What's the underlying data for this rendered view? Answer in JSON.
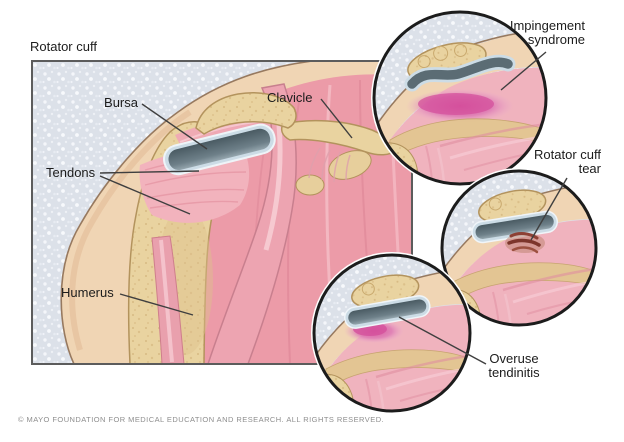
{
  "panel": {
    "title": "Rotator cuff"
  },
  "anatomy_labels": {
    "bursa": "Bursa",
    "clavicle": "Clavicle",
    "tendons": "Tendons",
    "humerus": "Humerus"
  },
  "insets": {
    "impingement": {
      "line1": "Impingement",
      "line2": "syndrome"
    },
    "rotator_cuff_tear": {
      "line1": "Rotator cuff",
      "line2": "tear"
    },
    "overuse_tendinitis": {
      "line1": "Overuse",
      "line2": "tendinitis"
    }
  },
  "footer": {
    "copyright": "© MAYO FOUNDATION FOR MEDICAL EDUCATION AND RESEARCH. ALL RIGHTS RESERVED."
  },
  "colors": {
    "background": "#ffffff",
    "panel_bg": "#dce1e9",
    "panel_border": "#5c5c5c",
    "skin": "#f0d5b4",
    "skin_edge": "#97795f",
    "bone": "#e9d3a0",
    "bone_edge": "#b3935d",
    "muscle": "#ec9ba8",
    "tendon": "#f2b3bd",
    "bursa_dark": "#5b6c74",
    "bursa_rim": "#ccdce6",
    "inflammation": "#d4509c",
    "tear": "#8d4034",
    "label_text": "#1c1c1c",
    "leader_line": "#3f3f3f",
    "circle_border": "#1c1c1c",
    "copyright_text": "#8e8e8e"
  }
}
